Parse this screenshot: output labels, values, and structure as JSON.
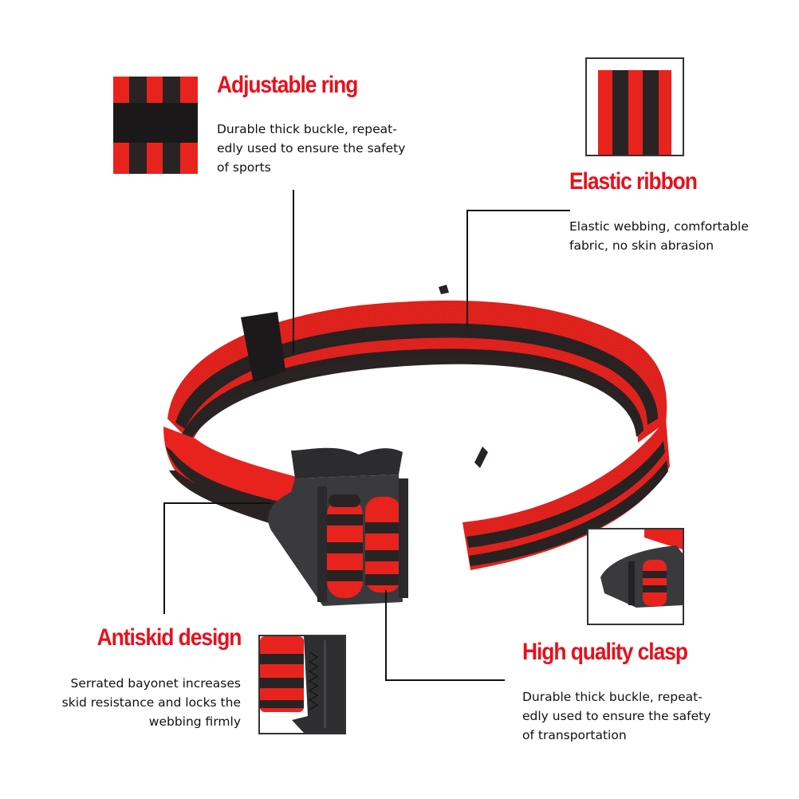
{
  "features": [
    {
      "id": "adjustable-ring",
      "title": "Adjustable ring",
      "description_lines": [
        "Durable thick buckle, repeat-",
        "edly used to ensure the safety",
        "of sports"
      ]
    },
    {
      "id": "elastic-ribbon",
      "title": "Elastic ribbon",
      "description_lines": [
        "Elastic webbing, comfortable",
        "fabric, no skin abrasion"
      ]
    },
    {
      "id": "antiskid-design",
      "title": "Antiskid design",
      "description_lines": [
        "Serrated bayonet increases",
        "skid resistance and locks the",
        "webbing firmly"
      ]
    },
    {
      "id": "high-quality-clasp",
      "title": "High quality clasp",
      "description_lines": [
        "Durable thick buckle, repeat-",
        "edly used to ensure the safety",
        "of transportation"
      ]
    }
  ],
  "colors": {
    "title_red": "#e8101c",
    "webbing_red": "#e8231e",
    "webbing_black": "#2a2323",
    "buckle_gray": "#3a3a3c",
    "text": "#111111",
    "background": "#ffffff"
  },
  "product": {
    "name": "Elastic striped belt with buckle",
    "stripe_pattern": [
      "red",
      "black",
      "red",
      "black",
      "red"
    ]
  }
}
